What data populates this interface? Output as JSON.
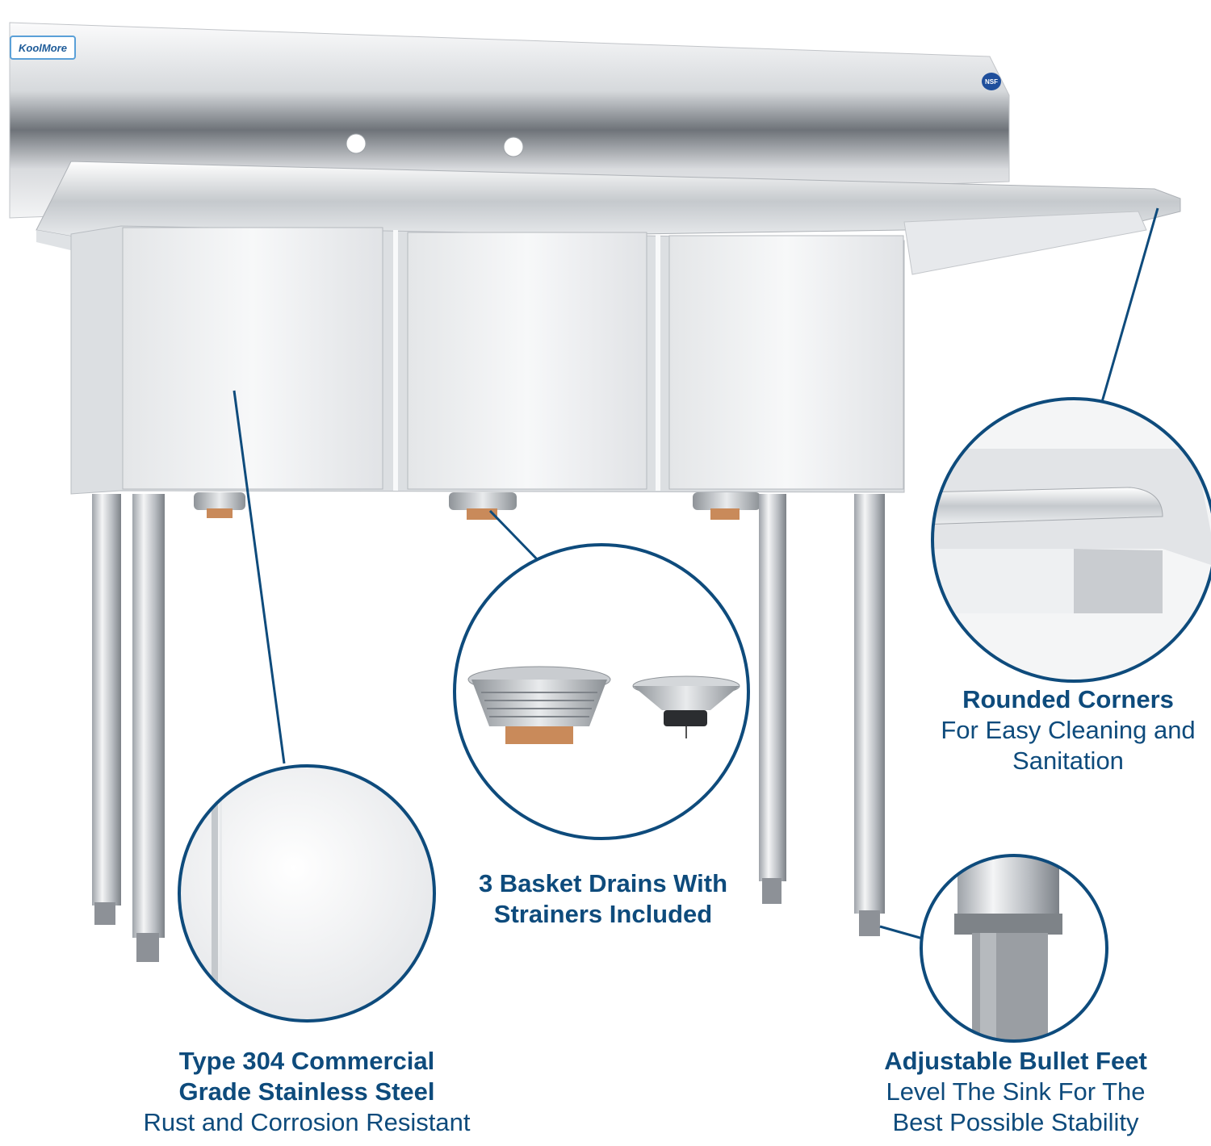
{
  "brand": {
    "logo_text": "KoolMore",
    "cert_badge": "NSF"
  },
  "colors": {
    "accent": "#0e4b7c",
    "steel_light": "#eef0f2",
    "steel_mid": "#c9ccd0",
    "steel_dark": "#6e7379",
    "brass": "#c98a5a"
  },
  "callouts": {
    "rounded_corners": {
      "title": "Rounded Corners",
      "line1": "For Easy Cleaning and",
      "line2": "Sanitation"
    },
    "basket_drains": {
      "title_line1": "3 Basket Drains With",
      "title_line2": "Strainers Included"
    },
    "steel": {
      "title_line1": "Type 304 Commercial",
      "title_line2": "Grade Stainless Steel",
      "subtitle": "Rust and Corrosion Resistant"
    },
    "feet": {
      "title": "Adjustable Bullet Feet",
      "line1": "Level The Sink For The",
      "line2": "Best Possible Stability"
    }
  },
  "icons": [
    "sink-illustration",
    "zoom-rounded-corner",
    "zoom-basket-drain",
    "zoom-steel-surface",
    "zoom-bullet-foot"
  ]
}
